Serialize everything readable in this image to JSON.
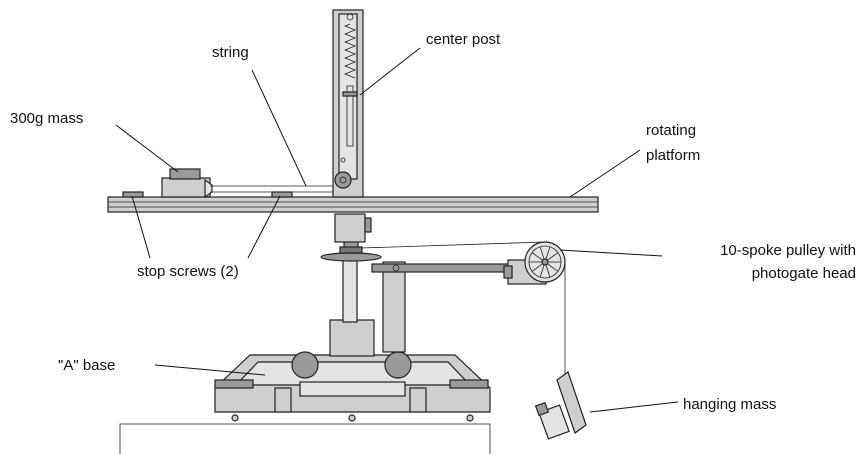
{
  "labels": {
    "string": "string",
    "center_post": "center post",
    "mass_300g": "300g mass",
    "rotating_platform_line1": "rotating",
    "rotating_platform_line2": "platform",
    "stop_screws": "stop screws (2)",
    "pulley_line1": "10-spoke pulley with",
    "pulley_line2": "photogate head",
    "a_base": "\"A\" base",
    "hanging_mass": "hanging mass"
  },
  "colors": {
    "line": "#111111",
    "metal_dark": "#777777",
    "metal_mid": "#9a9a9a",
    "metal_light": "#cfcfcf",
    "metal_pale": "#e4e4e4"
  }
}
